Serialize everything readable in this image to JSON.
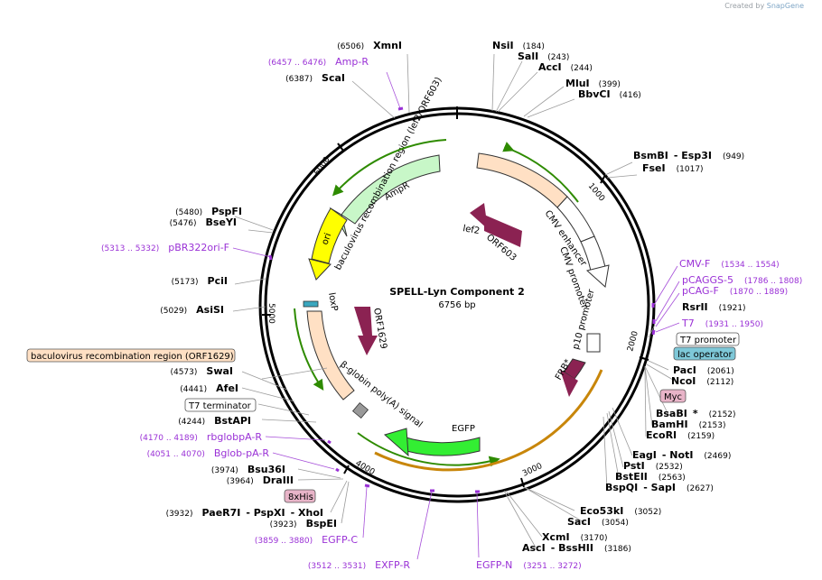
{
  "credit": {
    "prefix": "Created by",
    "brand": "SnapGene"
  },
  "plasmid": {
    "name": "SPELL-Lyn Component 2",
    "length": "6756 bp"
  },
  "ticks": [
    "1000",
    "2000",
    "3000",
    "4000",
    "5000",
    "6000"
  ],
  "features": {
    "ampr": "AmpR",
    "ori": "ori",
    "baculo_top": "baculovirus recombination region (lef2/ORF603)",
    "lef2": "lef2",
    "orf603": "ORF603",
    "cmv_enhancer": "CMV enhancer",
    "cmv_promoter": "CMV promoter",
    "p10": "p10 promoter",
    "frb": "FRB*",
    "egfp": "EGFP",
    "beta_globin": "β-globin poly(A) signal",
    "orf1629": "ORF1629",
    "loxp": "loxP"
  },
  "sites": {
    "nsi": {
      "name": "NsiI",
      "pos": "(184)"
    },
    "sal": {
      "name": "SalI",
      "pos": "(243)"
    },
    "acc": {
      "name": "AccI",
      "pos": "(244)"
    },
    "mlu": {
      "name": "MluI",
      "pos": "(399)"
    },
    "bbv": {
      "name": "BbvCI",
      "pos": "(416)"
    },
    "bsmbi": {
      "name": "BsmBI",
      "name2": "- Esp3I",
      "pos": "(949)"
    },
    "fse": {
      "name": "FseI",
      "pos": "(1017)"
    },
    "rsr": {
      "name": "RsrII",
      "pos": "(1921)"
    },
    "pac": {
      "name": "PacI",
      "pos": "(2061)"
    },
    "nco": {
      "name": "NcoI",
      "pos": "(2112)"
    },
    "bsabi": {
      "name": "BsaBI",
      "star": "*",
      "pos": "(2152)"
    },
    "bam": {
      "name": "BamHI",
      "pos": "(2153)"
    },
    "eco": {
      "name": "EcoRI",
      "pos": "(2159)"
    },
    "eag": {
      "name": "EagI",
      "name2": "- NotI",
      "pos": "(2469)"
    },
    "pst": {
      "name": "PstI",
      "pos": "(2532)"
    },
    "bst2": {
      "name": "BstEII",
      "pos": "(2563)"
    },
    "bspqi": {
      "name": "BspQI",
      "name2": "- SapI",
      "pos": "(2627)"
    },
    "eco53": {
      "name": "Eco53kI",
      "pos": "(3052)"
    },
    "sac": {
      "name": "SacI",
      "pos": "(3054)"
    },
    "xcm": {
      "name": "XcmI",
      "pos": "(3170)"
    },
    "asc": {
      "name": "AscI",
      "name2": "- BssHII",
      "pos": "(3186)"
    },
    "xmn": {
      "name": "XmnI",
      "pos": "(6506)"
    },
    "sca": {
      "name": "ScaI",
      "pos": "(6387)"
    },
    "pspfi": {
      "name": "PspFI",
      "pos": "(5480)"
    },
    "bseyi": {
      "name": "BseYI",
      "pos": "(5476)"
    },
    "pci": {
      "name": "PciI",
      "pos": "(5173)"
    },
    "asisi": {
      "name": "AsiSI",
      "pos": "(5029)"
    },
    "swa": {
      "name": "SwaI",
      "pos": "(4573)"
    },
    "afe": {
      "name": "AfeI",
      "pos": "(4441)"
    },
    "bstapi": {
      "name": "BstAPI",
      "pos": "(4244)"
    },
    "bsu36": {
      "name": "Bsu36I",
      "pos": "(3974)"
    },
    "dra3": {
      "name": "DraIII",
      "pos": "(3964)"
    },
    "pae": {
      "name": "PaeR7I",
      "name2": "- PspXI",
      "name3": "- XhoI",
      "pos": "(3932)"
    },
    "bspei": {
      "name": "BspEI",
      "pos": "(3923)"
    }
  },
  "primers": {
    "ampr": {
      "name": "Amp-R",
      "pos": "(6457 .. 6476)"
    },
    "pbr": {
      "name": "pBR322ori-F",
      "pos": "(5313 .. 5332)"
    },
    "cmvf": {
      "name": "CMV-F",
      "pos": "(1534 .. 1554)"
    },
    "pcaggs": {
      "name": "pCAGGS-5",
      "pos": "(1786 .. 1808)"
    },
    "pcag": {
      "name": "pCAG-F",
      "pos": "(1870 .. 1889)"
    },
    "t7": {
      "name": "T7",
      "pos": "(1931 .. 1950)"
    },
    "rbglob": {
      "name": "rbglobpA-R",
      "pos": "(4170 .. 4189)"
    },
    "bglob": {
      "name": "Bglob-pA-R",
      "pos": "(4051 .. 4070)"
    },
    "egfpc": {
      "name": "EGFP-C",
      "pos": "(3859 .. 3880)"
    },
    "exfpr": {
      "name": "EXFP-R",
      "pos": "(3512 .. 3531)"
    },
    "egfpn": {
      "name": "EGFP-N",
      "pos": "(3251 .. 3272)"
    }
  },
  "boxes": {
    "t7prom": "T7 promoter",
    "lac": "lac operator",
    "myc": "Myc",
    "baculo_orf": "baculovirus recombination region (ORF1629)",
    "t7term": "T7 terminator",
    "his": "8xHis"
  },
  "colors": {
    "backbone": "#000000",
    "ampr": "#c8f7c8",
    "ori": "#ffff00",
    "baculo": "#ffe0c4",
    "orf": "#8b2252",
    "egfp": "#33ee33",
    "promoter": "#ffffff",
    "primer": "#9a31d6",
    "lac_box": "#7ec8d8",
    "tag_box": "#e8b4c8"
  }
}
